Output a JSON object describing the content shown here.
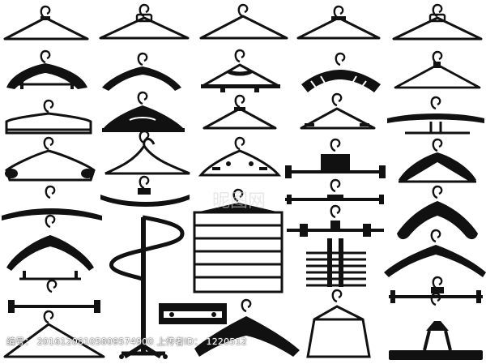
{
  "image": {
    "background": "#ffffff",
    "ink": "#111111"
  },
  "watermark": {
    "id_label": "编号：",
    "id_value": "20161208105809574900",
    "uploader_label": "上传者ID：",
    "uploader_value": "1220512",
    "site_mark": "昵图网"
  },
  "hangers": [
    {
      "id": 1,
      "style": "wire-notched"
    },
    {
      "id": 2,
      "style": "wire-tag"
    },
    {
      "id": 3,
      "style": "wire-plain"
    },
    {
      "id": 4,
      "style": "wire-clip"
    },
    {
      "id": 5,
      "style": "wire-tag"
    },
    {
      "id": 6,
      "style": "shoulder-bar"
    },
    {
      "id": 7,
      "style": "curved-arm"
    },
    {
      "id": 8,
      "style": "plastic-notched"
    },
    {
      "id": 9,
      "style": "padded-twist"
    },
    {
      "id": 10,
      "style": "thin-triangle"
    },
    {
      "id": 11,
      "style": "trouser-bar"
    },
    {
      "id": 12,
      "style": "triangle-bar"
    },
    {
      "id": 13,
      "style": "wire-bar"
    },
    {
      "id": 14,
      "style": "wire-notched-bar"
    },
    {
      "id": 15,
      "style": "wide-curved"
    },
    {
      "id": 16,
      "style": "shaped-shoulder"
    },
    {
      "id": 17,
      "style": "outline-wire"
    },
    {
      "id": 18,
      "style": "notched-outline"
    },
    {
      "id": 19,
      "style": "clip-bar"
    },
    {
      "id": 20,
      "style": "flat-arm"
    },
    {
      "id": 21,
      "style": "curved-bar"
    },
    {
      "id": 22,
      "style": "clip-bar-small"
    },
    {
      "id": 23,
      "style": "curved-long"
    },
    {
      "id": 24,
      "style": "wooden-bar"
    },
    {
      "id": 25,
      "style": "spiral-stand"
    },
    {
      "id": 26,
      "style": "multi-tier"
    },
    {
      "id": 27,
      "style": "clip-bar-wide"
    },
    {
      "id": 28,
      "style": "shaped-hook"
    },
    {
      "id": 29,
      "style": "slack-rack"
    },
    {
      "id": 30,
      "style": "shaped-arm-2"
    },
    {
      "id": 31,
      "style": "clip-bar-lower"
    },
    {
      "id": 32,
      "style": "box-clip"
    },
    {
      "id": 33,
      "style": "wire-bottom"
    },
    {
      "id": 34,
      "style": "heavy-shoulder"
    },
    {
      "id": 35,
      "style": "bag-hanger"
    },
    {
      "id": 36,
      "style": "clip-base"
    }
  ]
}
